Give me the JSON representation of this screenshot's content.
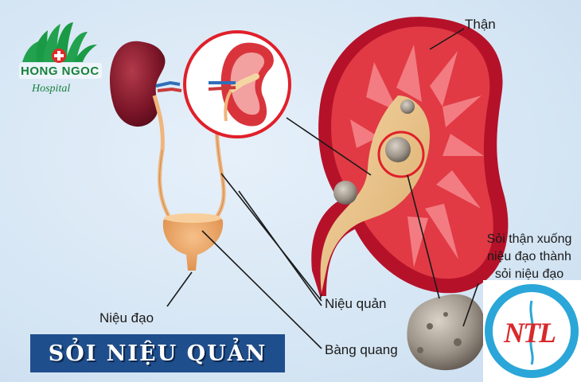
{
  "logo": {
    "name": "HONG NGOC",
    "sub": "Hospital"
  },
  "labels": {
    "than": "Thận",
    "soi_line1": "Sỏi thận xuống",
    "soi_line2": "niệu đạo thành",
    "soi_line3": "sỏi niệu đạo",
    "nieu_quan": "Niệu quản",
    "nieu_dao": "Niệu đạo",
    "bang_quang": "Bàng quang"
  },
  "banner": {
    "title": "SỎI NIỆU QUẢN"
  },
  "watermark": {
    "text": "NTL"
  },
  "colors": {
    "banner_bg": "#1f4e8c",
    "kidney_red": "#d9343c",
    "highlight_ring": "#e0202a",
    "logo_green": "#17813b"
  }
}
